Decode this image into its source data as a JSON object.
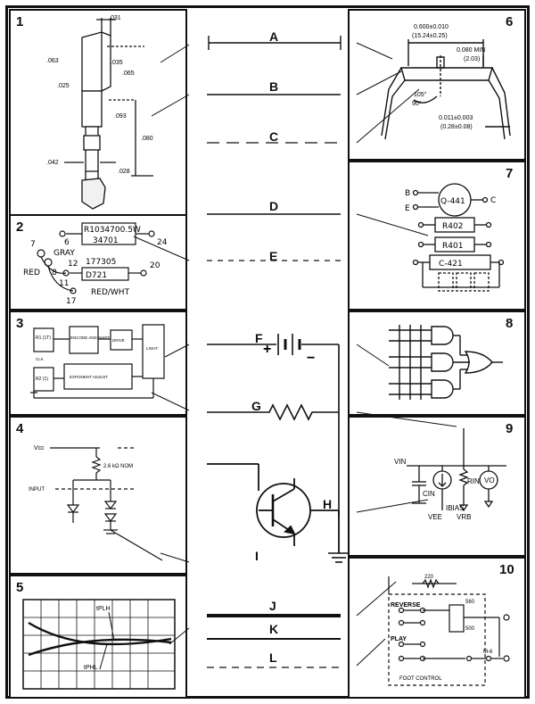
{
  "panels": [
    {
      "number": "1"
    },
    {
      "number": "2"
    },
    {
      "number": "3"
    },
    {
      "number": "4"
    },
    {
      "number": "5"
    },
    {
      "number": "6"
    },
    {
      "number": "7"
    },
    {
      "number": "8"
    },
    {
      "number": "9"
    },
    {
      "number": "10"
    }
  ],
  "matches": [
    {
      "letter": "A",
      "line_style": "solid with end ticks"
    },
    {
      "letter": "B",
      "line_style": "solid"
    },
    {
      "letter": "C",
      "line_style": "dashed"
    },
    {
      "letter": "D",
      "line_style": "solid"
    },
    {
      "letter": "E",
      "line_style": "dashed"
    },
    {
      "letter": "F",
      "line_style": "battery symbol"
    },
    {
      "letter": "G",
      "line_style": "resistor symbol"
    },
    {
      "letter": "H",
      "line_style": "transistor symbol"
    },
    {
      "letter": "I",
      "line_style": "transistor symbol"
    },
    {
      "letter": "J",
      "line_style": "thick solid"
    },
    {
      "letter": "K",
      "line_style": "medium solid"
    },
    {
      "letter": "L",
      "line_style": "dashed"
    }
  ],
  "battery_signs": {
    "plus": "+",
    "minus": "−"
  },
  "panel1": {
    "dims": [
      ".063",
      ".031",
      ".035",
      ".065",
      ".025",
      ".093",
      ".080",
      ".042",
      ".028"
    ]
  },
  "panel2": {
    "resistor_label": "R1034700.5W",
    "resistor_code": "34701",
    "diode_code": "177305",
    "diode_label": "D721",
    "pins": [
      "7",
      "6",
      "24",
      "12",
      "20",
      "11",
      "17",
      "8"
    ],
    "wire_labels": [
      "GRAY",
      "RED",
      "RED/WHT"
    ]
  },
  "panel3": {
    "blocks": [
      "R1 (1T)",
      "ENCODE AND SHIFT",
      "DRIVE",
      "LIGHT",
      "R2 (1)",
      "EXPONENT ADJUST"
    ],
    "input_label": "CLK"
  },
  "panel4": {
    "vcc": "Vcc",
    "resistor": "2.6 kΩ NOM",
    "input": "INPUT"
  },
  "panel5": {
    "curve_labels": [
      "tPLH",
      "tPHL"
    ]
  },
  "panel6": {
    "width": "0.600±0.010",
    "width_mm": "(15.24±0.25)",
    "min": "0.080 MIN",
    "min_mm": "(2.03)",
    "angles": [
      "105°",
      "90°"
    ],
    "lead": "0.011±0.003",
    "lead_mm": "(0.28±0.08)"
  },
  "panel7": {
    "transistor": "Q-441",
    "pins": [
      "B",
      "C",
      "E"
    ],
    "resistors": [
      "R402",
      "R401"
    ],
    "capacitor": "C-421"
  },
  "panel9": {
    "labels": [
      "VIN",
      "CIN",
      "RIN",
      "IBIAS",
      "VEE",
      "VRB",
      "VO"
    ]
  },
  "panel10": {
    "labels": [
      "REVERSE",
      "PLAY",
      "FOOT CONTROL",
      "M-6"
    ],
    "values": [
      "220",
      "560",
      "500"
    ]
  }
}
